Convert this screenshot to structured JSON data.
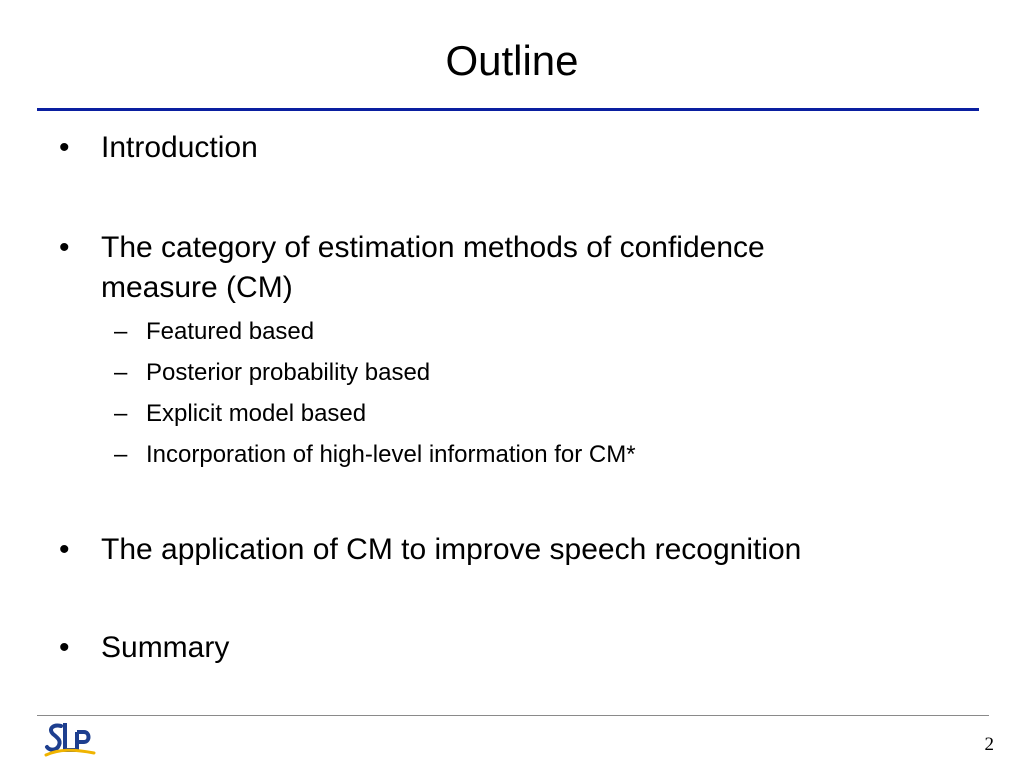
{
  "slide": {
    "title": "Outline",
    "page_number": "2"
  },
  "bullets": [
    {
      "text": "Introduction"
    },
    {
      "text": "The category of estimation methods of confidence measure (CM)"
    },
    {
      "text": "The application of CM to improve speech recognition"
    },
    {
      "text": "Summary"
    }
  ],
  "sub_bullets": [
    {
      "text": "Featured based"
    },
    {
      "text": "Posterior probability based"
    },
    {
      "text": "Explicit model based"
    },
    {
      "text": "Incorporation of high-level information for CM*"
    }
  ],
  "symbols": {
    "bullet": "•",
    "dash": "–"
  },
  "logo": {
    "icon": "slp-logo-icon",
    "primary_color": "#1e3f8f",
    "accent_color": "#f0b400"
  },
  "colors": {
    "title_rule": "#0a1fa0",
    "footer_rule": "#8a8a8a"
  }
}
